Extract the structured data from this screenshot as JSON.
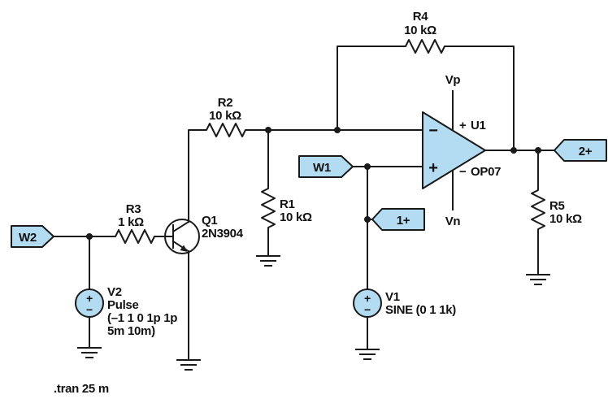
{
  "schematic": {
    "terminals": {
      "w2": "W2",
      "w1": "W1",
      "scope1": "1+",
      "scope2": "2+"
    },
    "resistors": {
      "r1": {
        "ref": "R1",
        "value": "10 kΩ"
      },
      "r2": {
        "ref": "R2",
        "value": "10 kΩ"
      },
      "r3": {
        "ref": "R3",
        "value": "1 kΩ"
      },
      "r4": {
        "ref": "R4",
        "value": "10 kΩ"
      },
      "r5": {
        "ref": "R5",
        "value": "10 kΩ"
      }
    },
    "transistor": {
      "ref": "Q1",
      "part": "2N3904"
    },
    "opamp": {
      "ref": "U1",
      "part": "OP07",
      "pos_rail": "Vp",
      "neg_rail": "Vn",
      "inverting": "−",
      "noninverting": "+",
      "pos_mark": "+",
      "neg_mark": "−"
    },
    "sources": {
      "v2": {
        "ref": "V2",
        "type": "Pulse",
        "params1": "(–1 1 0 1p 1p",
        "params2": "5m 10m)",
        "plus": "+",
        "minus": "−"
      },
      "v1": {
        "ref": "V1",
        "type": "SINE (0 1 1k)",
        "plus": "+",
        "minus": "−"
      }
    },
    "directive": ".tran 25 m"
  },
  "colors": {
    "wire": "#1a1a1a",
    "component_fill": "#b3dcf2",
    "text": "#111111",
    "background": "#ffffff"
  }
}
